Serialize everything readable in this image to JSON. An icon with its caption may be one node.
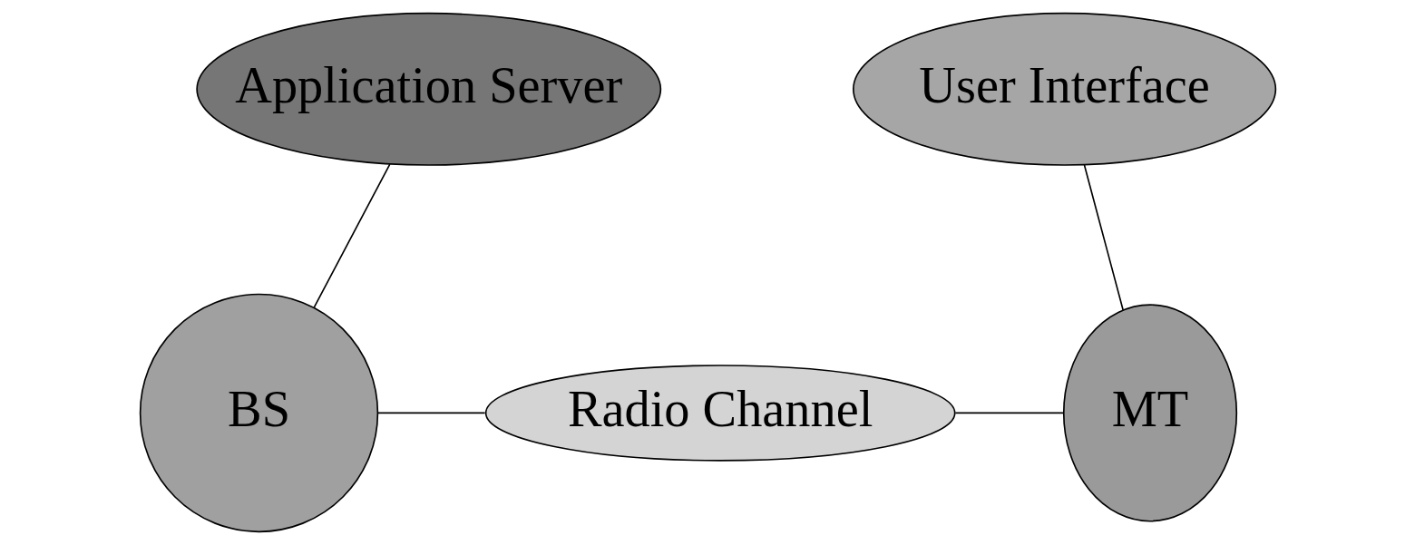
{
  "diagram": {
    "nodes": [
      {
        "text": [
          "Application Server"
        ]
      },
      {
        "text": [
          "User Interface"
        ]
      },
      {
        "text": [
          "BS"
        ]
      },
      {
        "text": [
          "Radio Channel"
        ]
      },
      {
        "text": [
          "MT"
        ]
      }
    ],
    "edges": [
      {
        "from": 0,
        "to": 2,
        "arrow": "none"
      },
      {
        "from": 1,
        "to": 4,
        "arrow": "none"
      },
      {
        "from": 2,
        "to": 3,
        "arrow": "none"
      },
      {
        "from": 3,
        "to": 4,
        "arrow": "none"
      }
    ]
  }
}
